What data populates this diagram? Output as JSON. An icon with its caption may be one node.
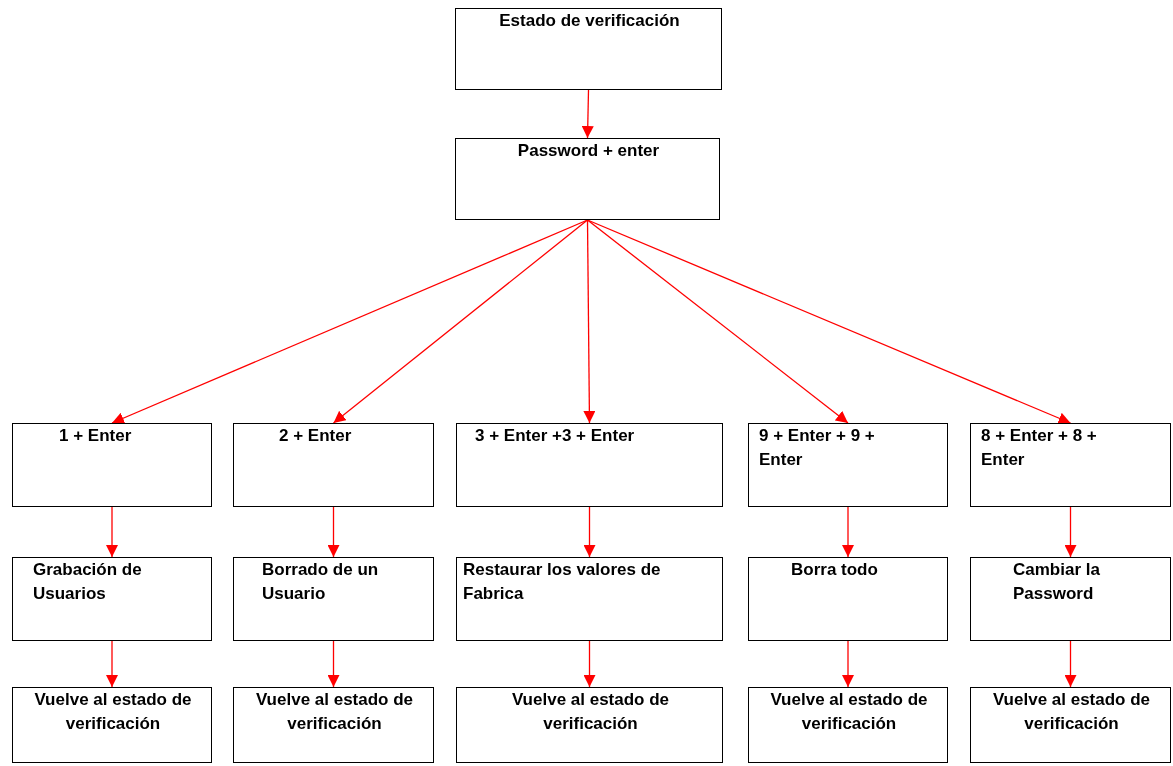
{
  "diagram": {
    "nodes": [
      {
        "text": [
          "Estado de verificación"
        ]
      },
      {
        "text": [
          "Password + enter"
        ]
      },
      {
        "text": [
          "1 + Enter"
        ]
      },
      {
        "text": [
          "2 + Enter"
        ]
      },
      {
        "text": [
          "3 + Enter +3 + Enter"
        ]
      },
      {
        "text": [
          "9 + Enter + 9 + Enter"
        ]
      },
      {
        "text": [
          "8 + Enter + 8 + Enter"
        ]
      },
      {
        "text": [
          "Grabación de Usuarios"
        ]
      },
      {
        "text": [
          "Borrado de un Usuario"
        ]
      },
      {
        "text": [
          "Restaurar los valores de Fabrica"
        ]
      },
      {
        "text": [
          "Borra todo"
        ]
      },
      {
        "text": [
          "Cambiar la Password"
        ]
      },
      {
        "text": [
          "Vuelve al estado de verificación"
        ]
      },
      {
        "text": [
          "Vuelve al estado de verificación"
        ]
      },
      {
        "text": [
          "Vuelve al estado de verificación"
        ]
      },
      {
        "text": [
          "Vuelve al estado de verificación"
        ]
      },
      {
        "text": [
          "Vuelve al estado de verificación"
        ]
      }
    ],
    "edges": [
      {
        "from": 0,
        "to": 1,
        "arrow": "to"
      },
      {
        "from": 1,
        "to": 2,
        "arrow": "to"
      },
      {
        "from": 1,
        "to": 3,
        "arrow": "to"
      },
      {
        "from": 1,
        "to": 4,
        "arrow": "to"
      },
      {
        "from": 1,
        "to": 5,
        "arrow": "to"
      },
      {
        "from": 1,
        "to": 6,
        "arrow": "to"
      },
      {
        "from": 2,
        "to": 7,
        "arrow": "to"
      },
      {
        "from": 3,
        "to": 8,
        "arrow": "to"
      },
      {
        "from": 4,
        "to": 9,
        "arrow": "to"
      },
      {
        "from": 5,
        "to": 10,
        "arrow": "to"
      },
      {
        "from": 6,
        "to": 11,
        "arrow": "to"
      },
      {
        "from": 7,
        "to": 12,
        "arrow": "to"
      },
      {
        "from": 8,
        "to": 13,
        "arrow": "to"
      },
      {
        "from": 9,
        "to": 14,
        "arrow": "to"
      },
      {
        "from": 10,
        "to": 15,
        "arrow": "to"
      },
      {
        "from": 11,
        "to": 16,
        "arrow": "to"
      }
    ]
  }
}
